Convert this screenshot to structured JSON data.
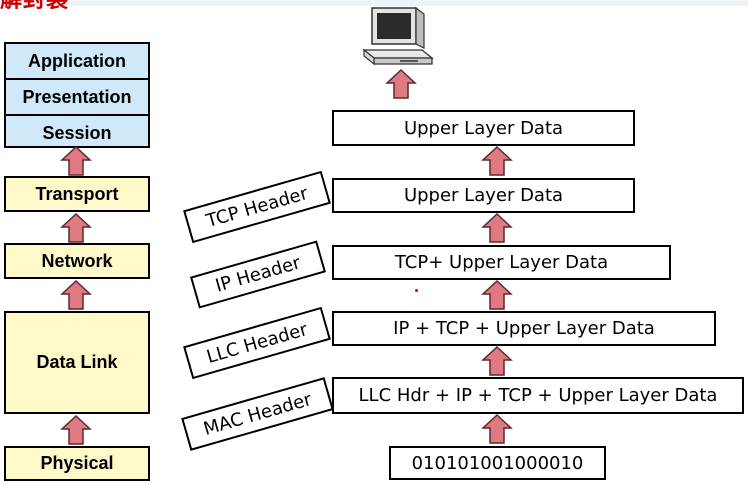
{
  "title": "解封装",
  "osi": {
    "application": "Application",
    "presentation": "Presentation",
    "session": "Session",
    "transport": "Transport",
    "network": "Network",
    "datalink": "Data Link",
    "physical": "Physical"
  },
  "frames": {
    "upper_top": "Upper Layer Data",
    "upper_tcp": "Upper Layer Data",
    "tcp_upper": "TCP+ Upper Layer Data",
    "ip_tcp_upper": "IP + TCP + Upper Layer Data",
    "llc_ip_tcp_upper": "LLC Hdr + IP + TCP + Upper Layer Data",
    "bits": "010101001000010"
  },
  "headers": {
    "tcp": "TCP Header",
    "ip": "IP Header",
    "llc": "LLC Header",
    "mac": "MAC Header"
  },
  "colors": {
    "arrow_fill": "#e07a82",
    "osi_blue": "#cfe8fa",
    "osi_yellow": "#fff8c8",
    "title_red": "#cc0000"
  },
  "icons": [
    "computer-icon"
  ]
}
